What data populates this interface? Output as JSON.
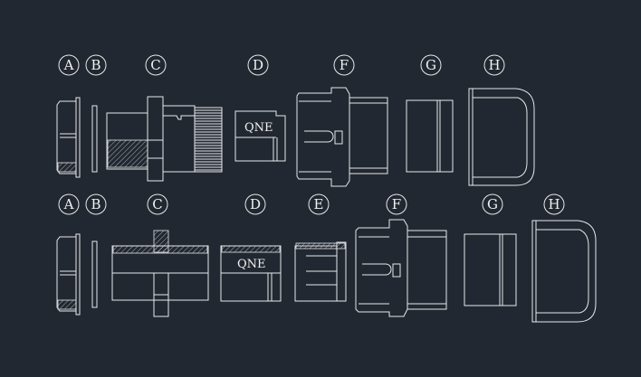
{
  "top_row": {
    "labels": [
      "A",
      "B",
      "C",
      "D",
      "F",
      "G",
      "H"
    ],
    "brand_text": "QNE"
  },
  "bottom_row": {
    "labels": [
      "A",
      "B",
      "C",
      "D",
      "E",
      "F",
      "G",
      "H"
    ],
    "brand_text": "QNE"
  },
  "colors": {
    "background": "#222831",
    "line": "#e6e8ea"
  }
}
